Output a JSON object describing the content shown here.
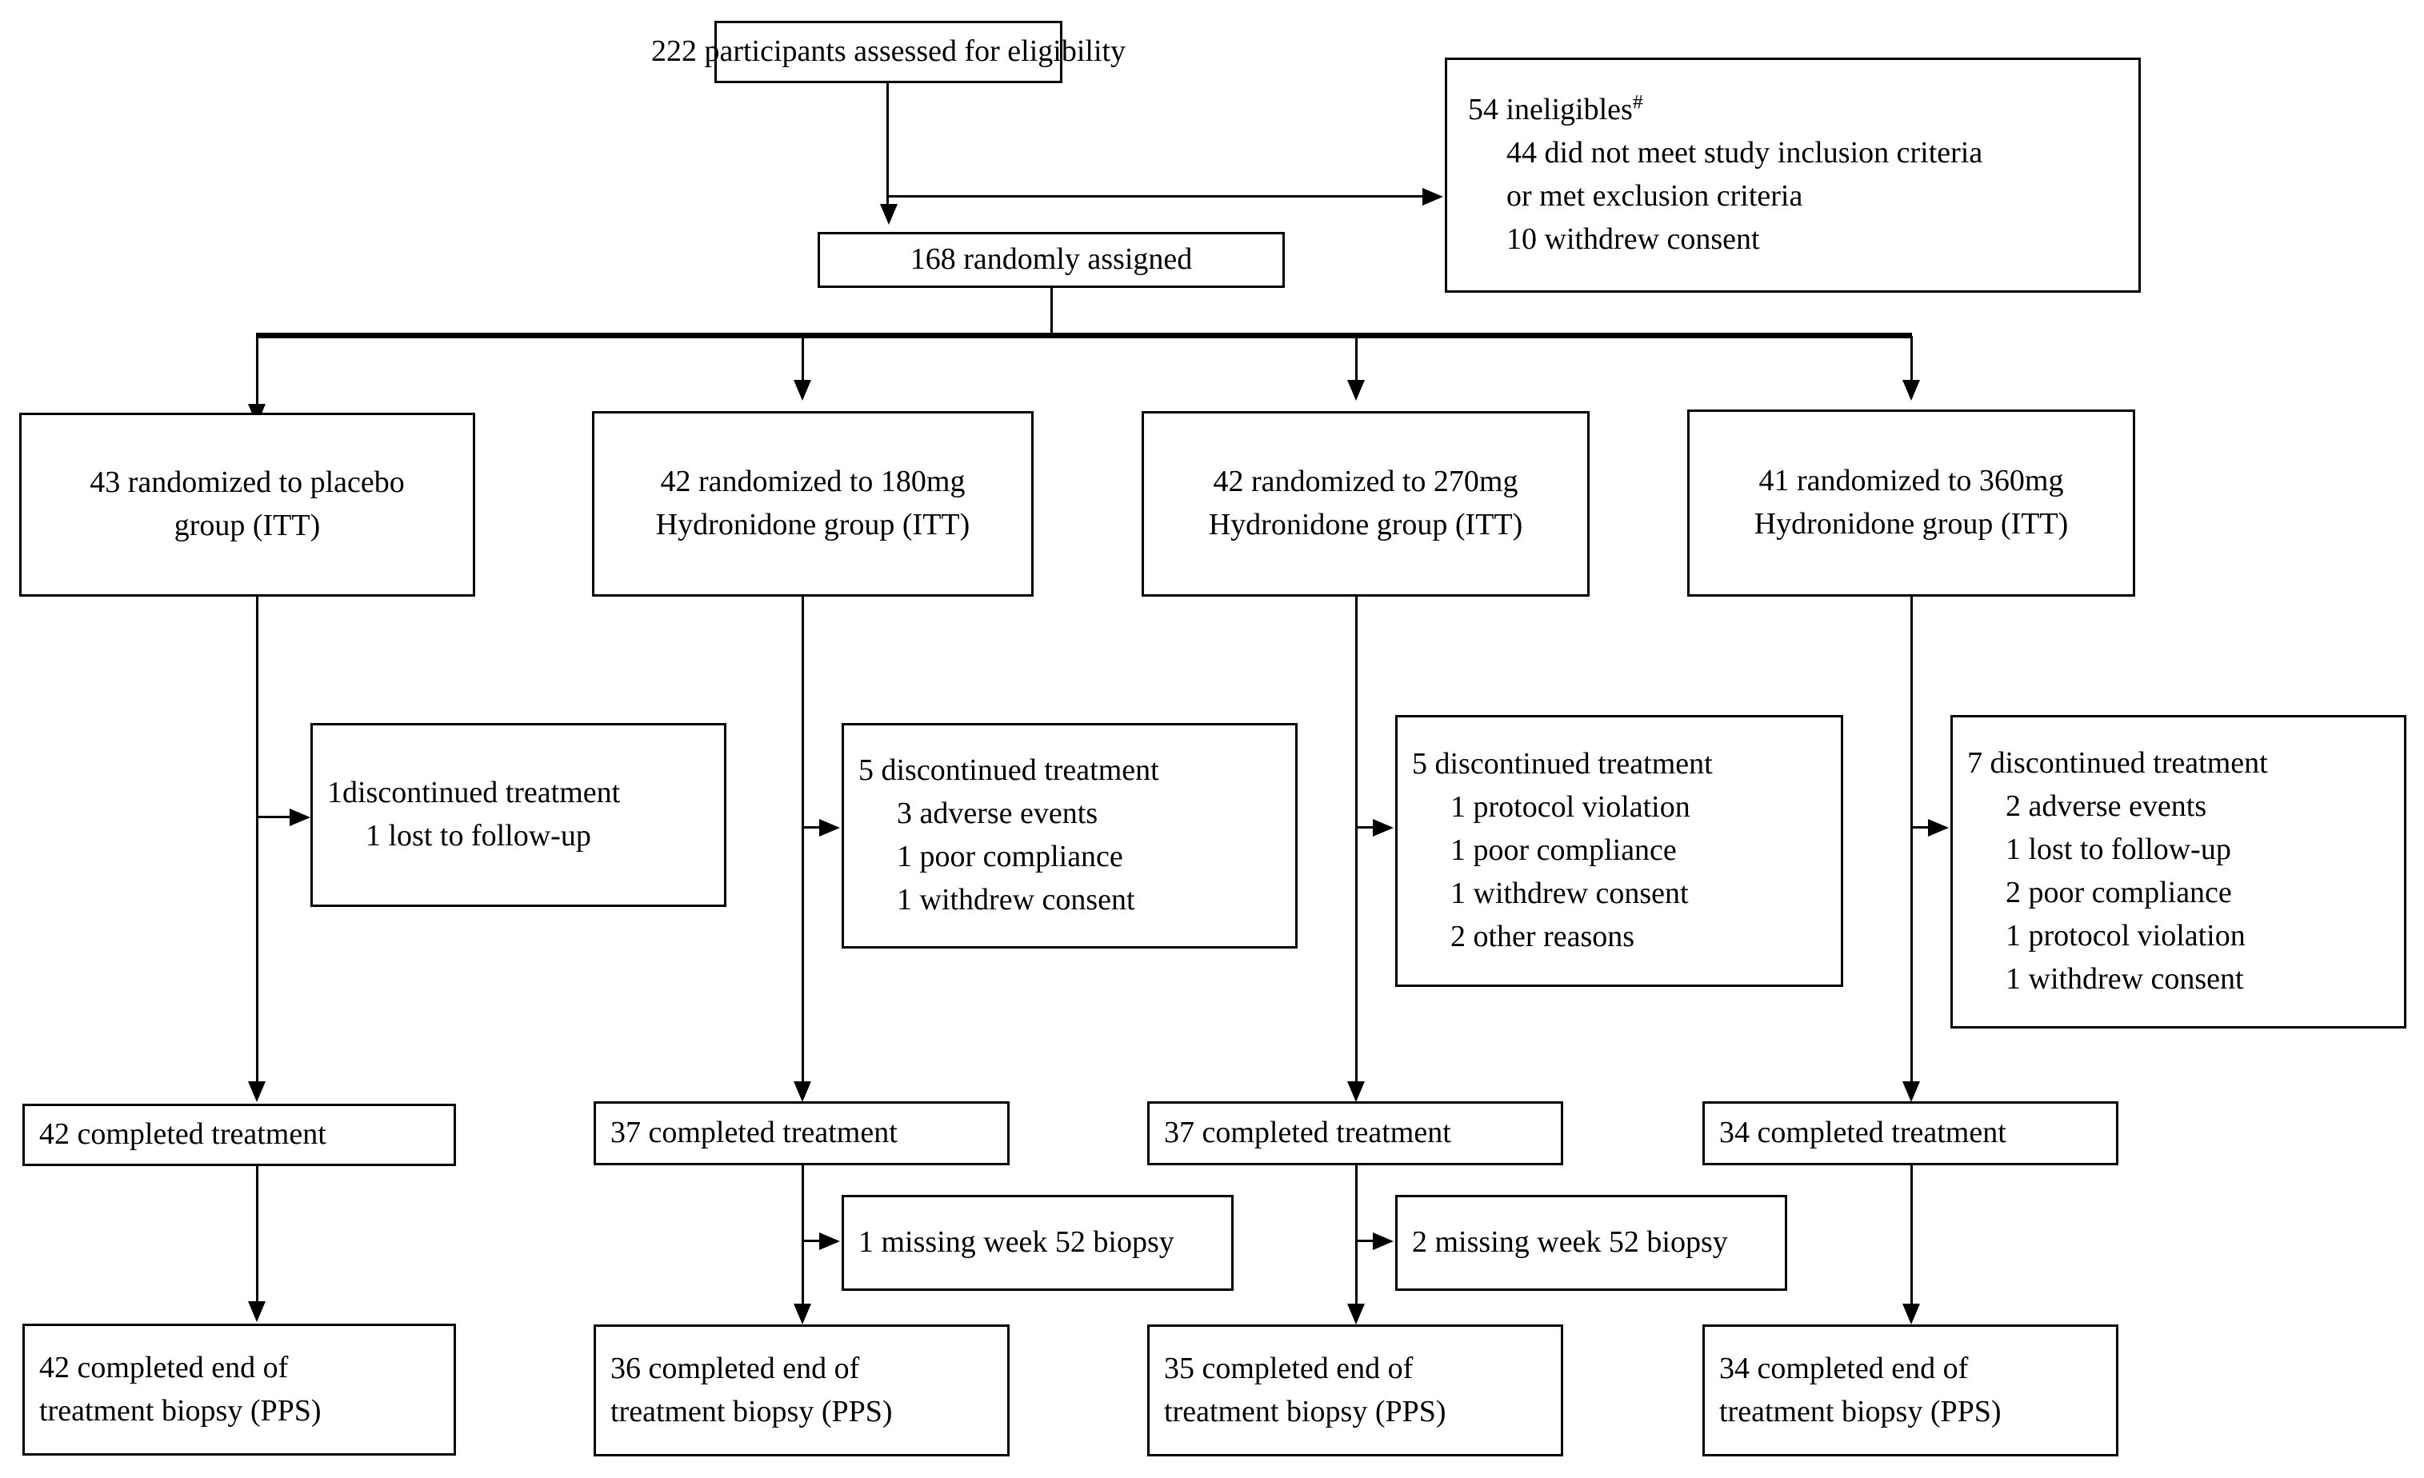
{
  "diagram": {
    "type": "consort-flow-diagram",
    "title": "Participant flow",
    "line_color": "#000000",
    "box_fill": "#ffffff"
  },
  "enrollment": {
    "assessed": "222 participants assessed for eligibility",
    "randomized": "168 randomly assigned",
    "ineligible": {
      "heading_count": "54",
      "heading_text": "54 ineligibles",
      "heading_marker": "#",
      "reasons": [
        "44 did not meet study inclusion criteria",
        "or met exclusion criteria",
        "10 withdrew consent"
      ]
    }
  },
  "arms": [
    {
      "id": "placebo",
      "allocation": {
        "line1": "43 randomized to placebo",
        "line2": "group (ITT)"
      },
      "discontinued": {
        "heading": "1discontinued treatment",
        "reasons": [
          "1 lost to follow-up"
        ]
      },
      "completed_treatment": "42 completed treatment",
      "missing_biopsy": null,
      "completed_biopsy": {
        "line1": "42 completed end of",
        "line2": "treatment biopsy (PPS)"
      }
    },
    {
      "id": "hydronidone-180mg",
      "allocation": {
        "line1": "42 randomized to 180mg",
        "line2": "Hydronidone group (ITT)"
      },
      "discontinued": {
        "heading": "5 discontinued treatment",
        "reasons": [
          "3 adverse events",
          "1 poor compliance",
          "1 withdrew consent"
        ]
      },
      "completed_treatment": "37 completed treatment",
      "missing_biopsy": "1 missing week 52 biopsy",
      "completed_biopsy": {
        "line1": "36 completed end of",
        "line2": "treatment biopsy (PPS)"
      }
    },
    {
      "id": "hydronidone-270mg",
      "allocation": {
        "line1": "42 randomized to 270mg",
        "line2": "Hydronidone group (ITT)"
      },
      "discontinued": {
        "heading": "5 discontinued treatment",
        "reasons": [
          "1 protocol violation",
          "1 poor compliance",
          "1 withdrew consent",
          "2 other reasons"
        ]
      },
      "completed_treatment": "37 completed treatment",
      "missing_biopsy": "2 missing week 52 biopsy",
      "completed_biopsy": {
        "line1": "35 completed end of",
        "line2": "treatment biopsy (PPS)"
      }
    },
    {
      "id": "hydronidone-360mg",
      "allocation": {
        "line1": "41 randomized to 360mg",
        "line2": "Hydronidone group (ITT)"
      },
      "discontinued": {
        "heading": "7 discontinued treatment",
        "reasons": [
          "2 adverse events",
          "1 lost to follow-up",
          "2 poor compliance",
          "1 protocol violation",
          "1 withdrew consent"
        ]
      },
      "completed_treatment": "34 completed treatment",
      "missing_biopsy": null,
      "completed_biopsy": {
        "line1": "34 completed end of",
        "line2": "treatment biopsy (PPS)"
      }
    }
  ]
}
